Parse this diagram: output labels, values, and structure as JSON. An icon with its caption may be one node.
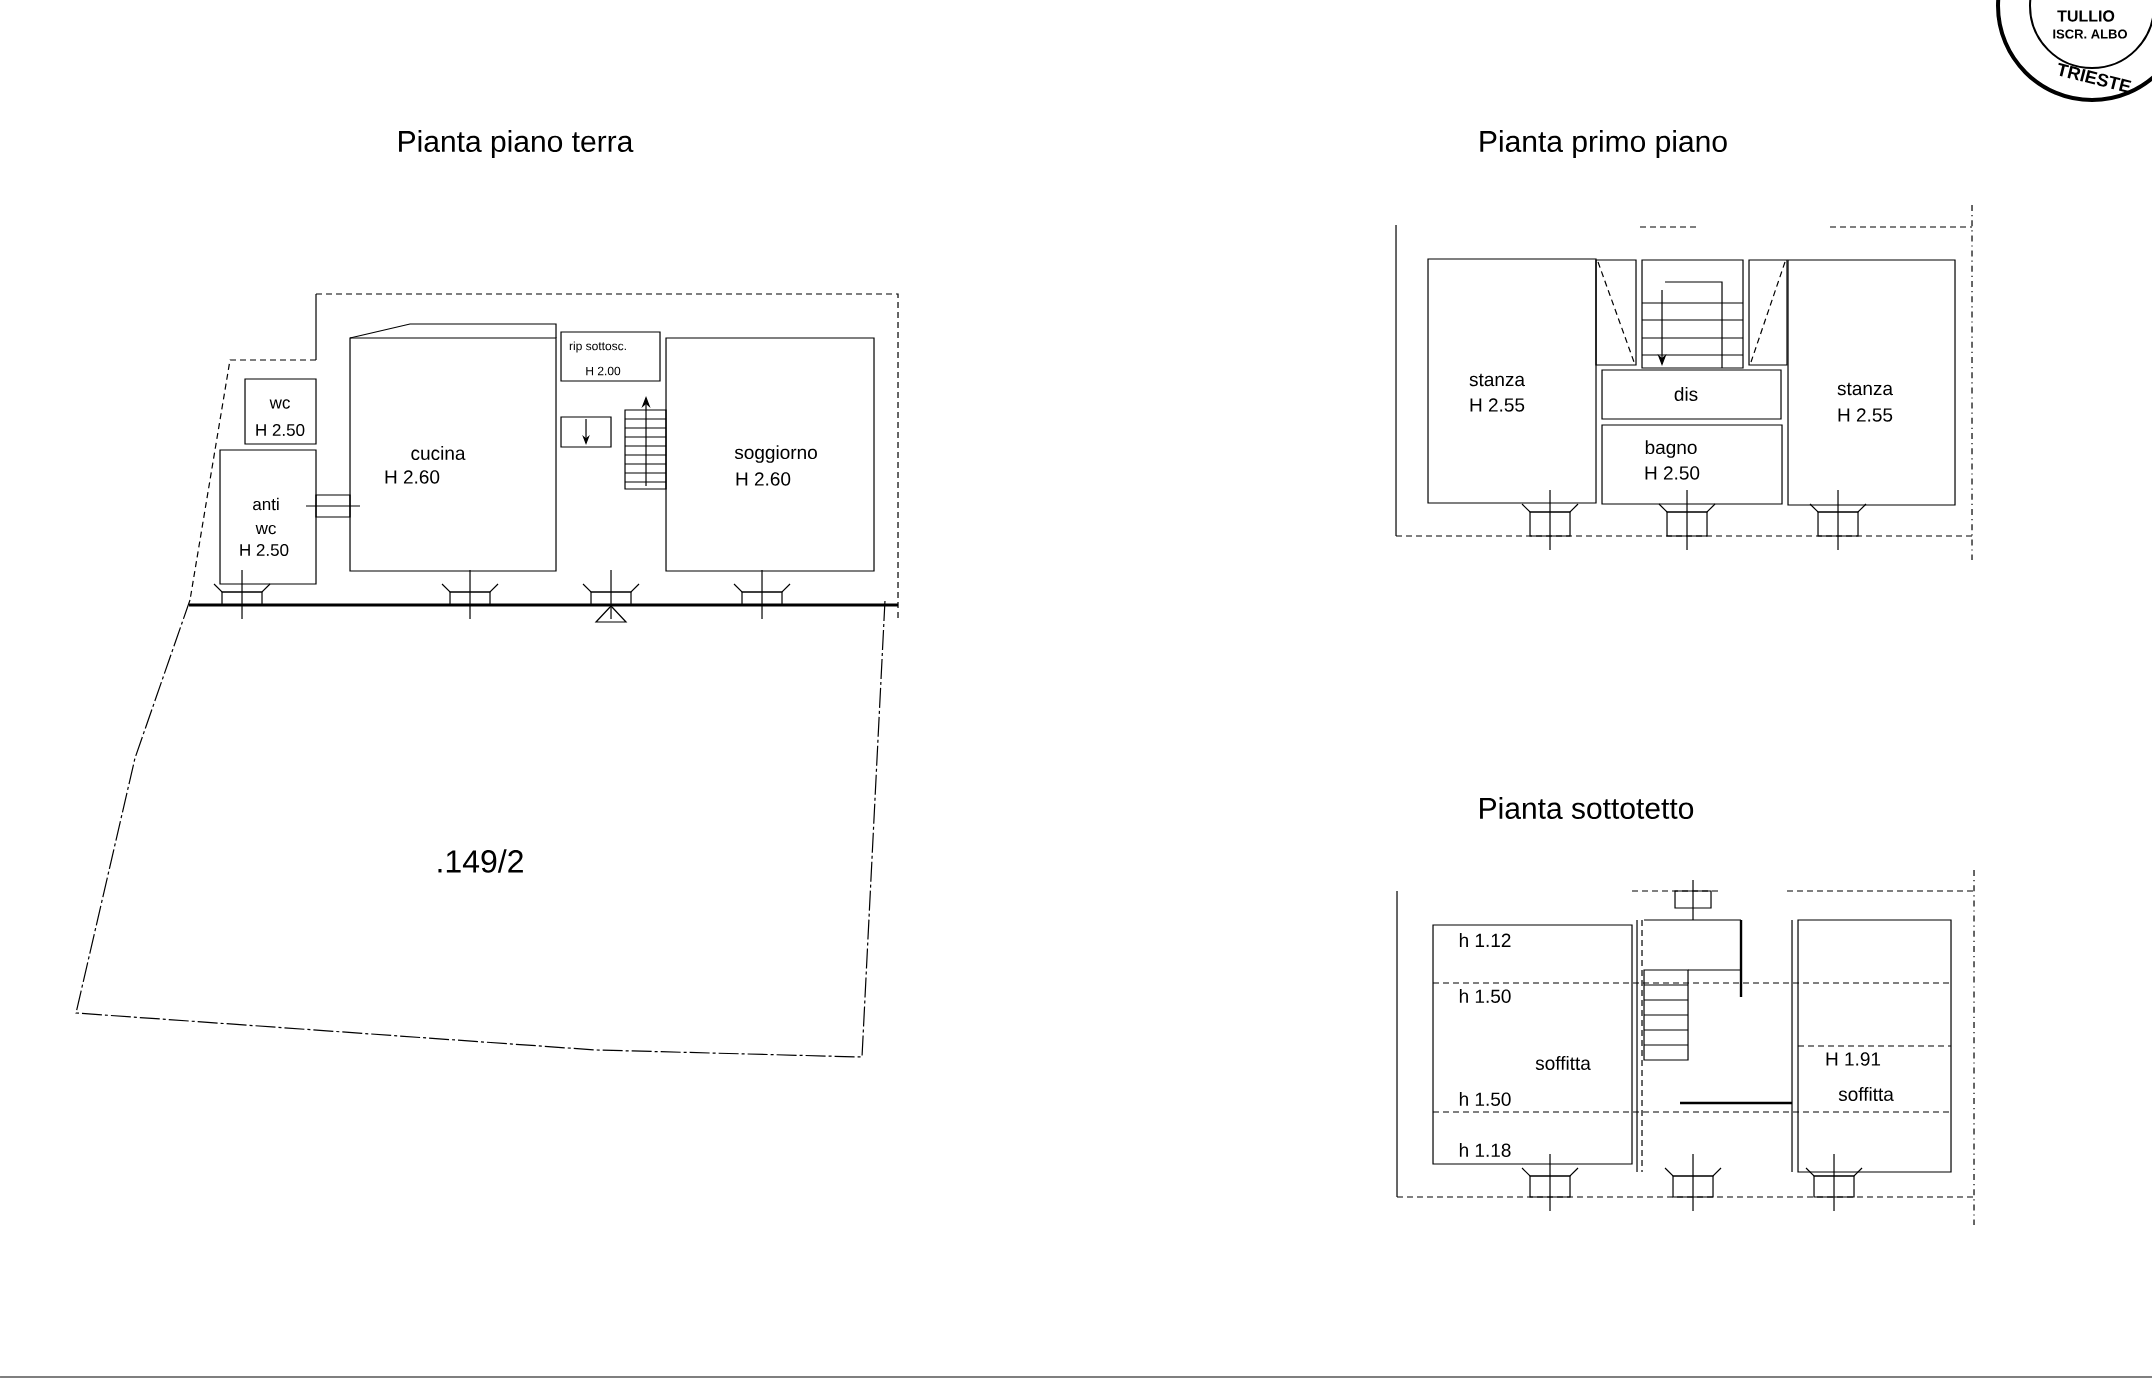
{
  "diagram": {
    "nodes": [
      {
        "text": [
          "wc",
          "H 2.50"
        ]
      },
      {
        "text": [
          "anti wc",
          "H 2.50"
        ]
      },
      {
        "text": [
          "cucina",
          "H 2.60"
        ]
      },
      {
        "text": [
          "rip sottosc.",
          "H 2.00"
        ]
      },
      {
        "text": [
          "soggiorno",
          "H 2.60"
        ]
      },
      {
        "text": [
          ".149/2"
        ]
      },
      {
        "text": [
          "stanza",
          "H 2.55"
        ]
      },
      {
        "text": [
          "dis"
        ]
      },
      {
        "text": [
          "bagno",
          "H 2.50"
        ]
      },
      {
        "text": [
          "stanza",
          "H 2.55"
        ]
      },
      {
        "text": [
          "h 1.12",
          "h 1.50",
          "soffitta",
          "h 1.50",
          "h 1.18"
        ]
      },
      {
        "text": [
          "H 1.91",
          "soffitta"
        ]
      }
    ],
    "labels": [
      "Pianta piano terra",
      "Pianta primo piano",
      "Pianta sottotetto",
      "TULLIO",
      "ISCR. ALBO",
      "TRIESTE"
    ]
  }
}
